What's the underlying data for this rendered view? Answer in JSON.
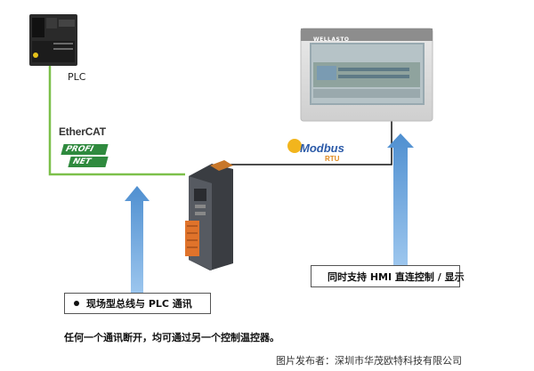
{
  "plc": {
    "label": "PLC"
  },
  "protocols": {
    "ethercat_a": "Ether",
    "ethercat_b": "CAT",
    "profinet_a": "PROFI",
    "profinet_b": "NET",
    "modbus_a": "Modbus",
    "modbus_b": "RTU"
  },
  "hmi": {
    "brand": "WELLASTO"
  },
  "callouts": {
    "left": "现场型总线与 PLC 通讯",
    "right": "同时支持 HMI 直连控制 / 显示"
  },
  "note": "任何一个通讯断开，均可通过另一个控制温控器。",
  "credit": "图片发布者：深圳市华茂欧特科技有限公司",
  "colors": {
    "fieldbus_line": "#7cc04a",
    "serial_line": "#111111",
    "arrow": "#5b9bd5",
    "profinet": "#2f8a3e",
    "modbus_blue": "#2b5aa8",
    "modbus_orange": "#e08a1e"
  }
}
